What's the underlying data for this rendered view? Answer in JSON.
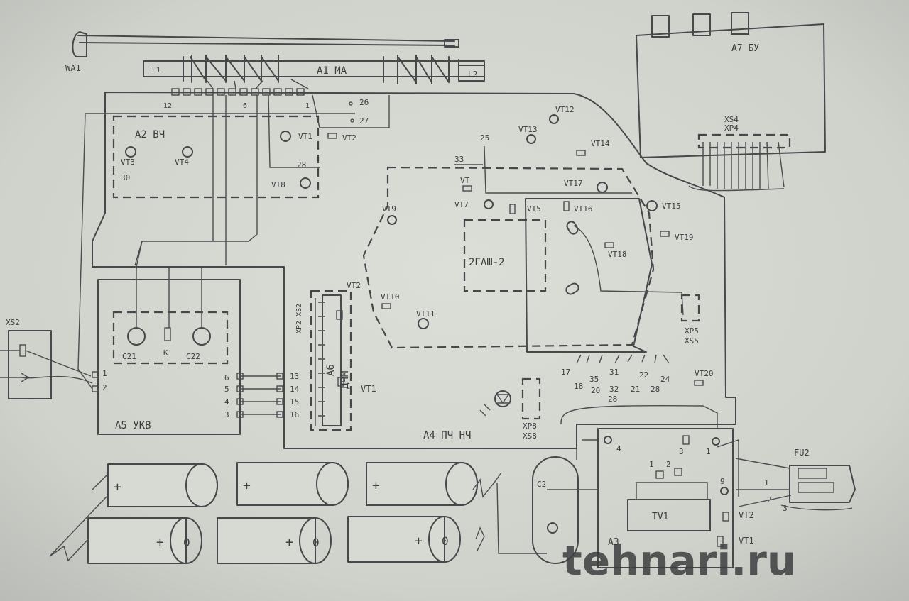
{
  "watermark": {
    "text": "tehnari.ru",
    "color": "#6f9fcf"
  },
  "colors": {
    "paper": "#d4d6d0",
    "ink": "#45474a"
  },
  "antenna": {
    "label": "WA1"
  },
  "magnetic_antenna": {
    "label": "A1 MA",
    "coil_label_left": "L1",
    "coil_label_right": "L2",
    "pin_12": "12",
    "pin_6": "6",
    "pin_1": "1",
    "pin_26": "26",
    "pin_27": "27"
  },
  "rf_block": {
    "label": "A2 ВЧ",
    "vt1": "VT1",
    "vt2": "VT2",
    "vt3": "VT3",
    "vt4": "VT4",
    "vt8": "VT8",
    "p30": "30",
    "p28": "28"
  },
  "control_block": {
    "label": "A7 БУ",
    "xs4": "XS4",
    "xp4": "XP4"
  },
  "main_board": {
    "label": "A4 ПЧ НЧ",
    "speaker": "2ГАШ-2",
    "vt7": "VT7",
    "vt": "VT",
    "vt5": "VT5",
    "vt9": "VT9",
    "vt10": "VT10",
    "vt11": "VT11",
    "vt12": "VT12",
    "vt13": "VT13",
    "vt14": "VT14",
    "vt15": "VT15",
    "vt16": "VT16",
    "vt17": "VT17",
    "vt18": "VT18",
    "vt19": "VT19",
    "vt20": "VT20",
    "p25": "25",
    "p33": "33",
    "xp5": "XP5",
    "xs5": "XS5",
    "xp8": "XP8",
    "xs8": "XS8",
    "pins_top": [
      "17",
      "35",
      "31",
      "22",
      "24"
    ],
    "pins_bottom": [
      "18",
      "20",
      "32",
      "21",
      "28"
    ],
    "pin_28b": "28"
  },
  "fm_detector": {
    "label1": "A6",
    "label2": "ДЧМ",
    "vt2": "VT2",
    "vt1": "VT1",
    "xp_xs": "XP2 XS2"
  },
  "vhf_block": {
    "label": "A5 УКВ",
    "c21": "C21",
    "c22": "C22",
    "k": "K",
    "pins_left": [
      "6",
      "5",
      "4",
      "3"
    ],
    "pins_right": [
      "13",
      "14",
      "15",
      "16"
    ],
    "p1": "1",
    "p2": "2"
  },
  "socket_xs2": {
    "label": "XS2"
  },
  "power_block": {
    "label": "A3",
    "tv1": "TV1",
    "vt1": "VT1",
    "vt2": "VT2",
    "fu2": "FU2",
    "c2": "C2",
    "p4": "4",
    "p3": "3",
    "p1": "1",
    "p2": "2",
    "p9": "9",
    "p1b": "1",
    "p2b": "2",
    "p3b": "3"
  },
  "batteries": {
    "plus": "+",
    "zero": "0"
  }
}
